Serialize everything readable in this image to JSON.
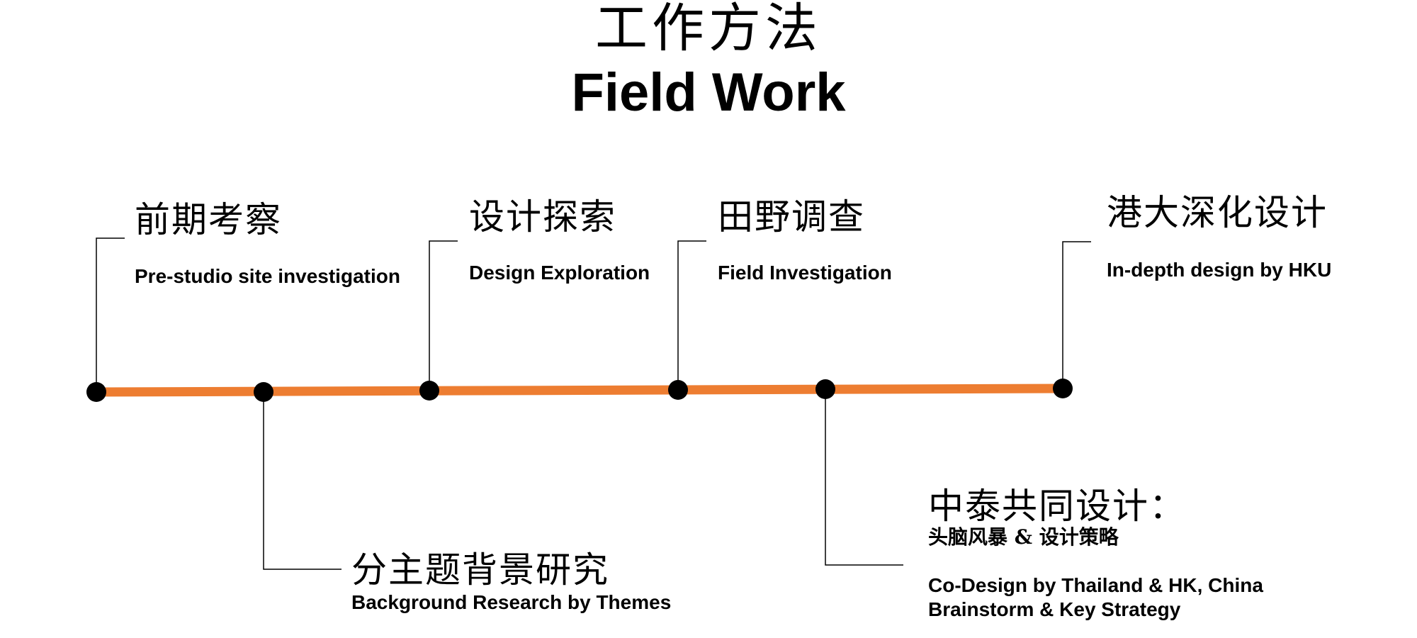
{
  "title": {
    "cn": "工作方法",
    "en": "Field Work"
  },
  "colors": {
    "timeline": "#ED7D31",
    "node": "#000000",
    "connector": "#000000"
  },
  "stages": [
    {
      "cn": "前期考察",
      "en": "Pre-studio site investigation"
    },
    {
      "cn": "分主题背景研究",
      "en": "Background Research by Themes"
    },
    {
      "cn": "设计探索",
      "en": "Design Exploration"
    },
    {
      "cn": "田野调查",
      "en": "Field Investigation"
    },
    {
      "cn": "中泰共同设计：",
      "cn_sub": "头脑风暴 & 设计策略",
      "en_line1": "Co-Design by Thailand & HK, China",
      "en_line2": "Brainstorm & Key Strategy"
    },
    {
      "cn": "港大深化设计",
      "en": "In-depth design by HKU"
    }
  ]
}
